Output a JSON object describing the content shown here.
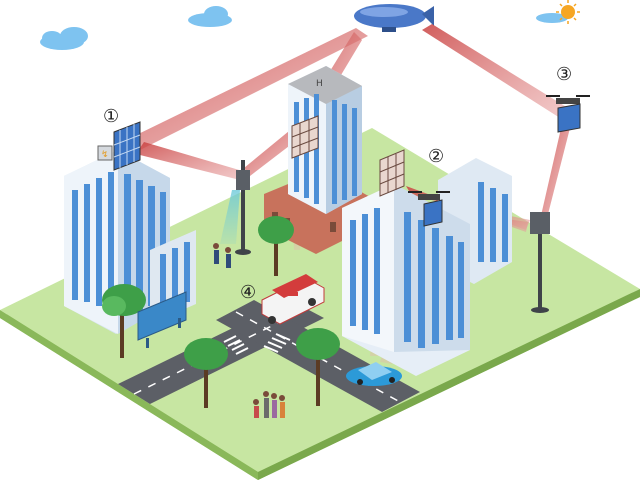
{
  "labels": {
    "one": "①",
    "two": "②",
    "three": "③",
    "four": "④"
  },
  "colors": {
    "ground": "#c7e6a2",
    "ground_edge": "#9cc66d",
    "road": "#5c5f66",
    "beam": "#c9403f",
    "building_blue": "#e2eef8",
    "window_blue": "#4c8fd6",
    "sky_cloud": "#7ec3f0",
    "tree_green": "#3e9f48",
    "car_blue": "#2c9ad8"
  },
  "icons": [
    "blimp-icon",
    "sun-icon",
    "cloud-icon",
    "drone-icon",
    "cell-tower-icon",
    "ris-panel-icon",
    "ambulance-icon",
    "car-icon",
    "tree-icon",
    "billboard-icon",
    "pedestrian-group-icon"
  ]
}
